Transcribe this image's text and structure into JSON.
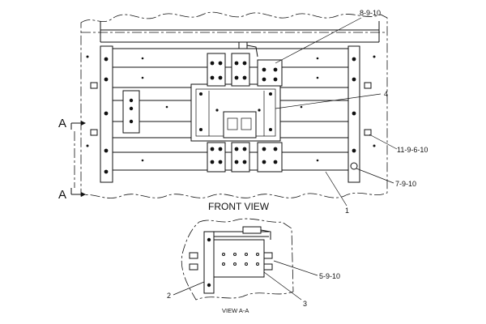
{
  "callouts": {
    "c1": "8-9-10",
    "c2": "4",
    "c3": "11-9-6-10",
    "c4": "7-9-10",
    "c5": "1",
    "c6": "5-9-10",
    "c7": "2",
    "c8": "3"
  },
  "section_marker": {
    "top": "A",
    "bottom": "A"
  },
  "views": {
    "front_view_title": "FRONT VIEW",
    "section_view_title": "VIEW A-A"
  }
}
